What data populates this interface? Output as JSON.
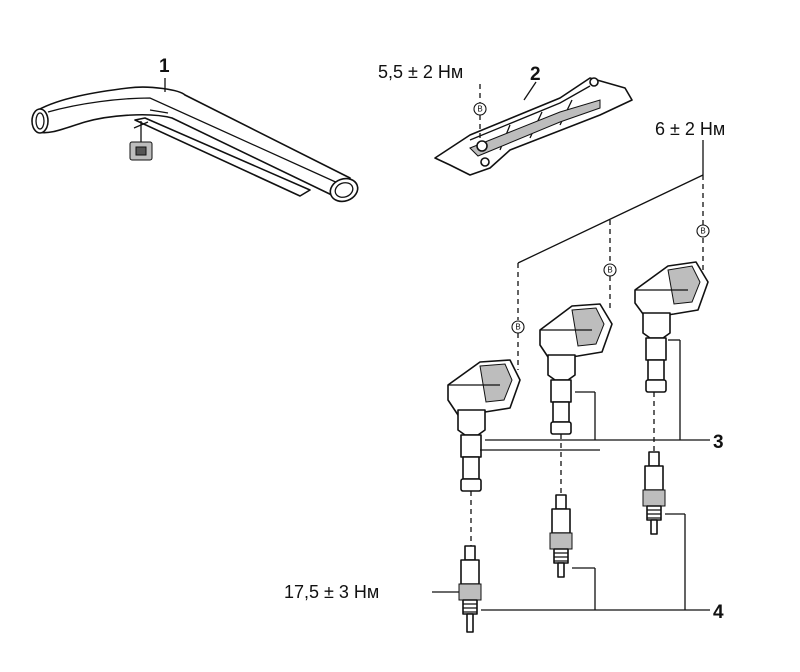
{
  "parts": {
    "hose": {
      "number": "1"
    },
    "cover": {
      "number": "2",
      "torque": "5,5 ± 2 Нм"
    },
    "coils": {
      "number": "3",
      "torque": "6 ± 2 Нм"
    },
    "plugs": {
      "number": "4",
      "torque": "17,5 ± 3 Нм"
    }
  },
  "bolt_mark": "B"
}
